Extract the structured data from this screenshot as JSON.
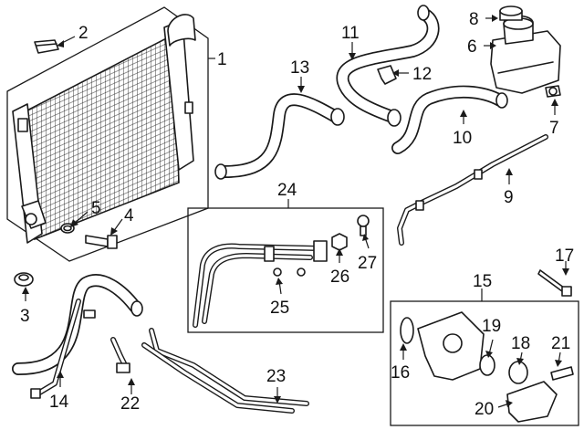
{
  "diagram": {
    "callouts": [
      {
        "id": "c1",
        "text": "1"
      },
      {
        "id": "c2",
        "text": "2"
      },
      {
        "id": "c3",
        "text": "3"
      },
      {
        "id": "c4",
        "text": "4"
      },
      {
        "id": "c5",
        "text": "5"
      },
      {
        "id": "c6",
        "text": "6"
      },
      {
        "id": "c7",
        "text": "7"
      },
      {
        "id": "c8",
        "text": "8"
      },
      {
        "id": "c9",
        "text": "9"
      },
      {
        "id": "c10",
        "text": "10"
      },
      {
        "id": "c11",
        "text": "11"
      },
      {
        "id": "c12",
        "text": "12"
      },
      {
        "id": "c13",
        "text": "13"
      },
      {
        "id": "c14",
        "text": "14"
      },
      {
        "id": "c15",
        "text": "15"
      },
      {
        "id": "c16",
        "text": "16"
      },
      {
        "id": "c17",
        "text": "17"
      },
      {
        "id": "c18",
        "text": "18"
      },
      {
        "id": "c19",
        "text": "19"
      },
      {
        "id": "c20",
        "text": "20"
      },
      {
        "id": "c21",
        "text": "21"
      },
      {
        "id": "c22",
        "text": "22"
      },
      {
        "id": "c23",
        "text": "23"
      },
      {
        "id": "c24",
        "text": "24"
      },
      {
        "id": "c25",
        "text": "25"
      },
      {
        "id": "c26",
        "text": "26"
      },
      {
        "id": "c27",
        "text": "27"
      }
    ],
    "colors": {
      "line": "#1a1a1a",
      "background": "#ffffff"
    }
  }
}
